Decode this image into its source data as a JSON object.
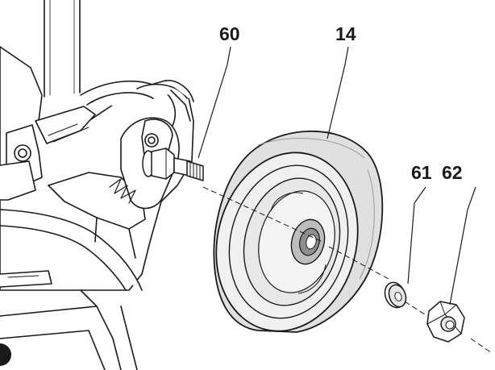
{
  "callouts": {
    "bolt": "60",
    "wheel": "14",
    "washer": "61",
    "nut": "62"
  },
  "colors": {
    "line": "#1a1a1a",
    "wheel_fill": "#e3e3e3",
    "wheel_face": "#f0f0f0",
    "hub_fill": "#bdbdbd",
    "background": "#ffffff"
  }
}
